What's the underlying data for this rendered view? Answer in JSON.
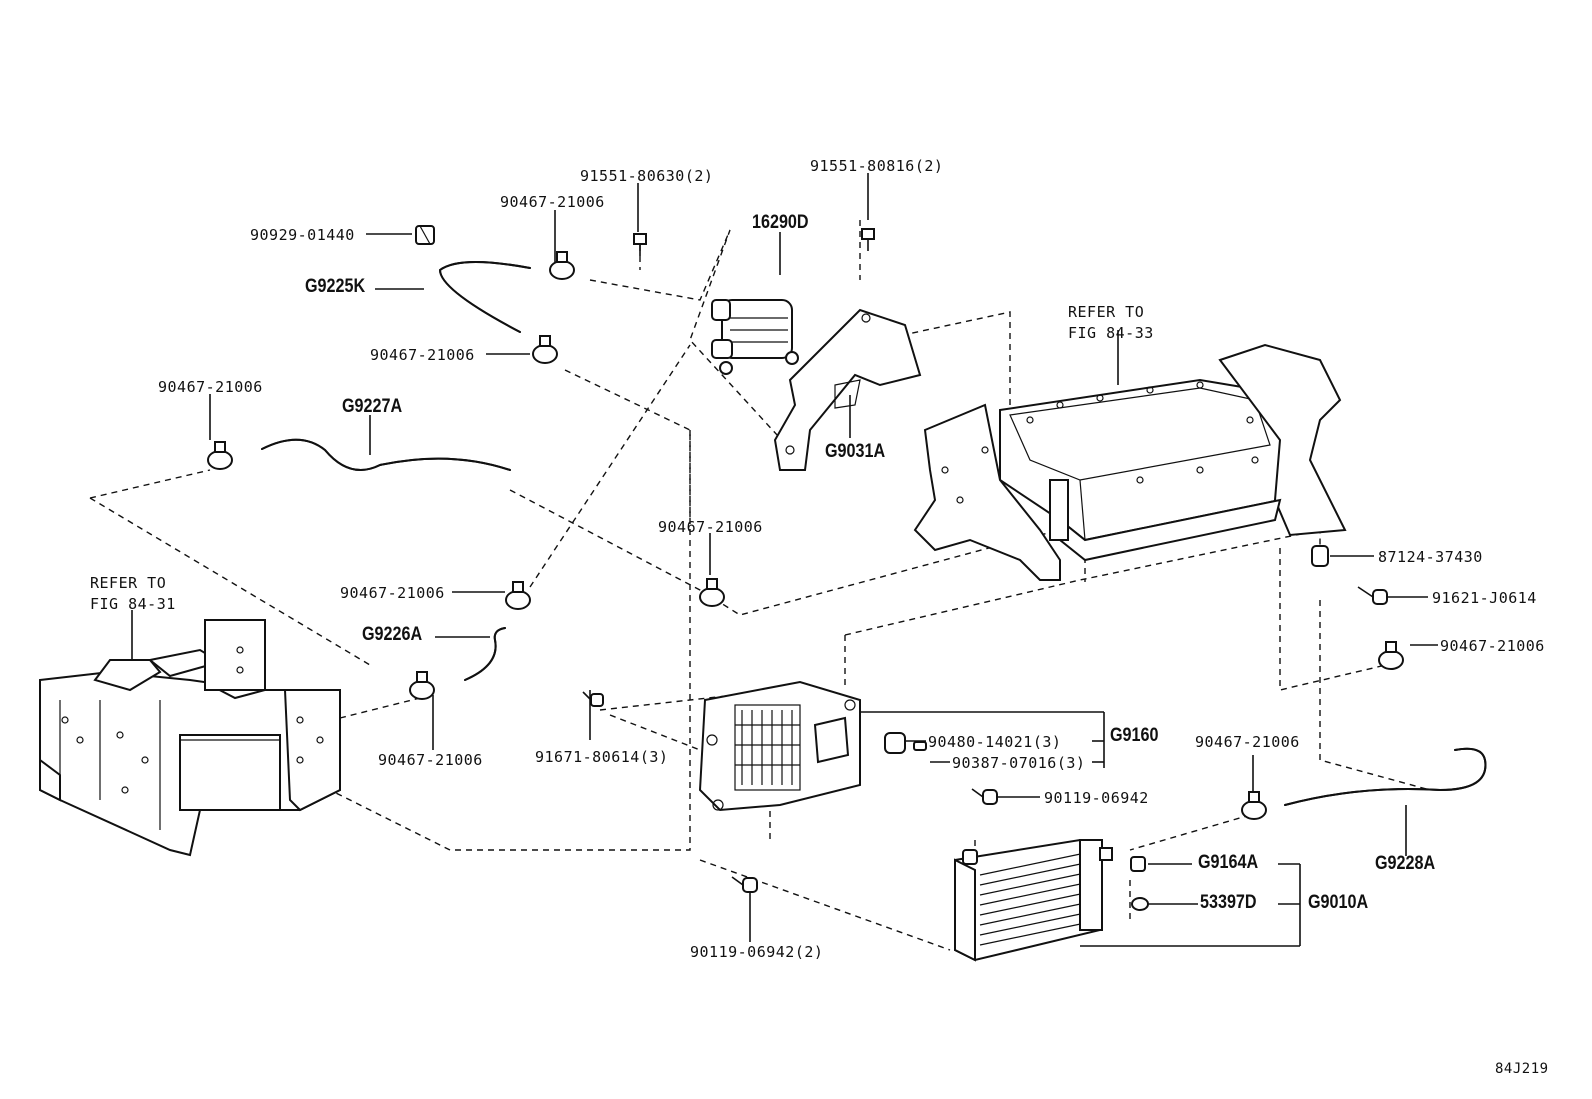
{
  "figure_id": "84J219",
  "refer_notes": {
    "left": "REFER TO\nFIG 84-31",
    "right": "REFER TO\nFIG 84-33"
  },
  "callouts": {
    "p90929_01440": "90929-01440",
    "g9225k": "G9225K",
    "p90467_21006_a": "90467-21006",
    "p91551_80630": "91551-80630(2)",
    "p16290d": "16290D",
    "p91551_80816": "91551-80816(2)",
    "p90467_21006_b": "90467-21006",
    "p90467_21006_c": "90467-21006",
    "g9227a": "G9227A",
    "g9031a": "G9031A",
    "p90467_21006_d": "90467-21006",
    "p90467_21006_e": "90467-21006",
    "g9226a": "G9226A",
    "p87124_37430": "87124-37430",
    "p91621_j0614": "91621-J0614",
    "p90467_21006_f": "90467-21006",
    "p90467_21006_g": "90467-21006",
    "p91671_80614": "91671-80614(3)",
    "p90480_14021": "90480-14021(3)",
    "g9160": "G9160",
    "p90387_07016": "90387-07016(3)",
    "p90119_06942": "90119-06942",
    "p90467_21006_h": "90467-21006",
    "g9228a": "G9228A",
    "g9164a": "G9164A",
    "p53397d": "53397D",
    "g9010a": "G9010A",
    "p90119_06942_2": "90119-06942(2)"
  }
}
